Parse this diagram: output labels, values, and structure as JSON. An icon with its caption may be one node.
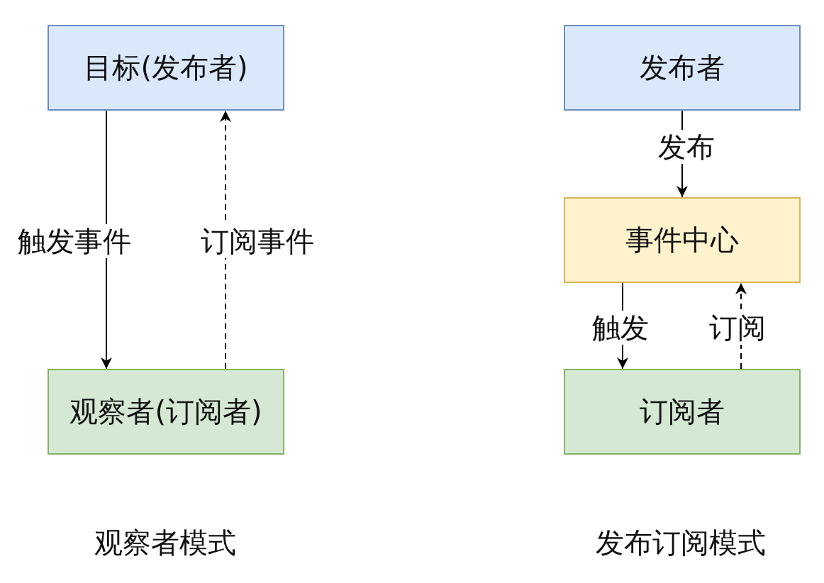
{
  "diagram": {
    "nodes": [
      {
        "text": [
          "目标(发布者)"
        ]
      },
      {
        "text": [
          "观察者(订阅者)"
        ]
      },
      {
        "text": [
          "发布者"
        ]
      },
      {
        "text": [
          "事件中心"
        ]
      },
      {
        "text": [
          "订阅者"
        ]
      }
    ],
    "edges": [
      {
        "from": 0,
        "to": 1,
        "arrow": "to",
        "label": "触发事件"
      },
      {
        "from": 1,
        "to": 0,
        "arrow": "to",
        "label": "订阅事件",
        "style": "dashed"
      },
      {
        "from": 2,
        "to": 3,
        "arrow": "to",
        "label": "发布"
      },
      {
        "from": 3,
        "to": 4,
        "arrow": "to",
        "label": "触发"
      },
      {
        "from": 4,
        "to": 3,
        "arrow": "to",
        "label": "订阅",
        "style": "dashed"
      }
    ],
    "labels": [
      "观察者模式",
      "发布订阅模式"
    ]
  }
}
